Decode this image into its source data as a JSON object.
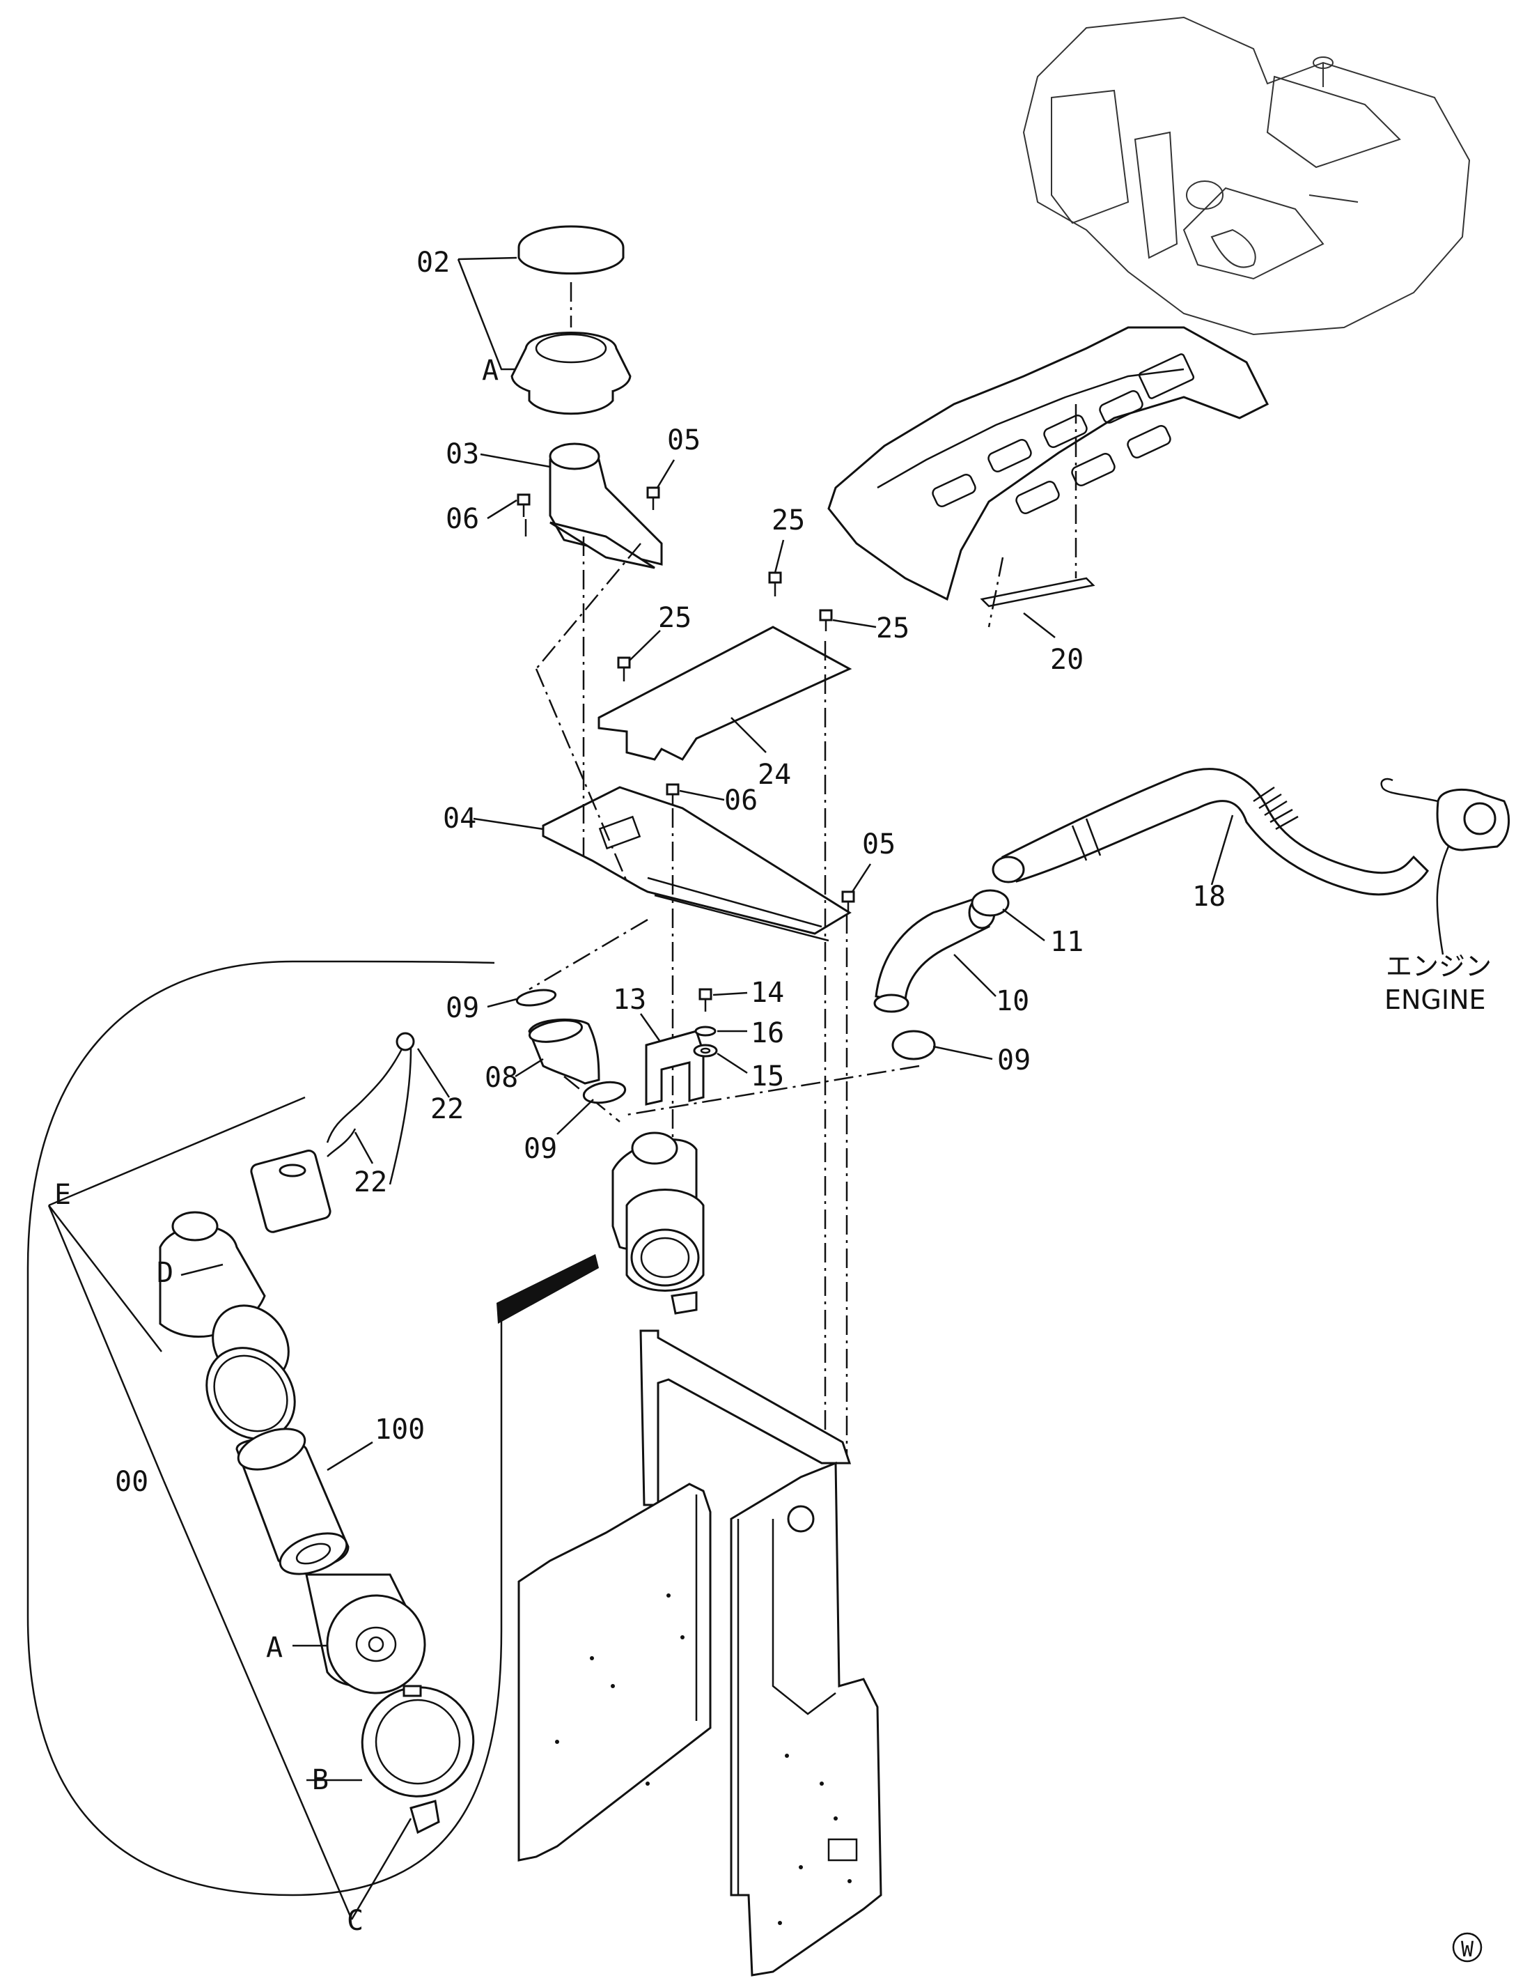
{
  "labels": {
    "l02": "02",
    "lA_top": "A",
    "l03": "03",
    "l05_top": "05",
    "l06_top": "06",
    "l25_a": "25",
    "l25_b": "25",
    "l25_c": "25",
    "l20": "20",
    "l24": "24",
    "l04": "04",
    "l06_mid": "06",
    "l05_mid": "05",
    "l18": "18",
    "l11": "11",
    "l10": "10",
    "l09_a": "09",
    "l09_b": "09",
    "l09_c": "09",
    "l08": "08",
    "l13": "13",
    "l14": "14",
    "l16": "16",
    "l15": "15",
    "l22_a": "22",
    "l22_b": "22",
    "lE": "E",
    "lD": "D",
    "l100": "100",
    "l00": "00",
    "lA_detail": "A",
    "lB": "B",
    "lC": "C",
    "engine_jp": "エンジン",
    "engine_en": "ENGINE",
    "corner_mark": "W"
  }
}
